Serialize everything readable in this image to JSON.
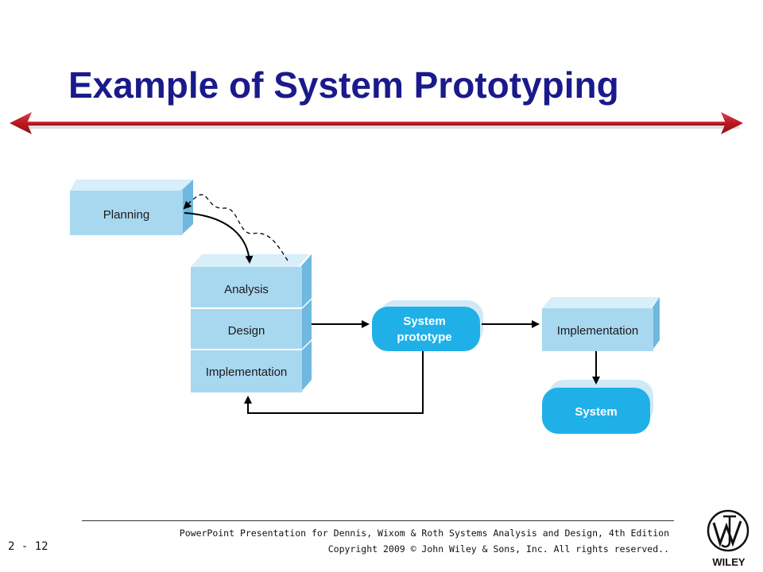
{
  "slide": {
    "title": "Example of System Prototyping",
    "number": "2 - 12"
  },
  "diagram": {
    "nodes": {
      "planning": "Planning",
      "analysis": "Analysis",
      "design": "Design",
      "implementation_left": "Implementation",
      "system_prototype_line1": "System",
      "system_prototype_line2": "prototype",
      "implementation_right": "Implementation",
      "system": "System"
    },
    "colors": {
      "box_fill": "#a8d8f0",
      "box_side": "#6fb8e0",
      "rounded_fill": "#1fb0e8",
      "arrow": "#000000",
      "accent_red": "#c8202a",
      "title": "#1a1a8c"
    }
  },
  "footer": {
    "line1": "PowerPoint Presentation for Dennis, Wixom & Roth Systems Analysis and Design, 4th Edition",
    "line2": "Copyright 2009 © John Wiley & Sons, Inc.  All rights reserved..",
    "logo_text": "WILEY"
  }
}
